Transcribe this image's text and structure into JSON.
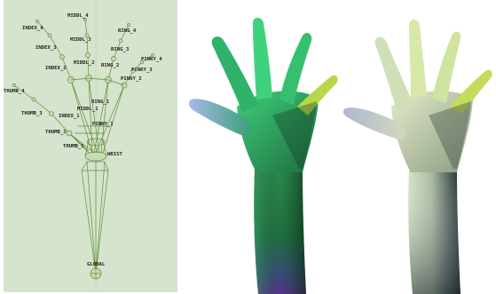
{
  "skeleton": {
    "background": "#d6e3cd",
    "bone_color": "#5e8f3c",
    "joints": {
      "middl_4": "MIDDL_4",
      "index_4": "INDEX_4",
      "ring_4": "RING_4",
      "middl_3": "MIDDL_3",
      "index_3": "INDEX_3",
      "ring_3": "RING_3",
      "pinky_4": "PINKY_4",
      "middl_2": "MIDDL_2",
      "ring_2": "RING_2",
      "index_2": "INDEX_2",
      "pinky_3": "PINKY_3",
      "pinky_2": "PINKY_2",
      "thumb_4": "THUMB_4",
      "ring_1": "RING_1",
      "middl_1": "MIDDL_1",
      "thumb_3": "THUMB_3",
      "index_1": "INDEX_1",
      "pinky_1": "PINKY_1",
      "thumb_2": "THUMB_2",
      "thumb_1": "THUMB_1",
      "wrist": "WRIST",
      "global": "GLOBAL"
    }
  },
  "renders": {
    "hand_a": {
      "description_colors": [
        "#2fd36a",
        "#1a7a3a",
        "#7fa8c8",
        "#3a2f7a"
      ]
    },
    "hand_b": {
      "description_colors": [
        "#c8e88a",
        "#d8e0c8",
        "#8a9a9a",
        "#1a2a2a"
      ]
    }
  }
}
